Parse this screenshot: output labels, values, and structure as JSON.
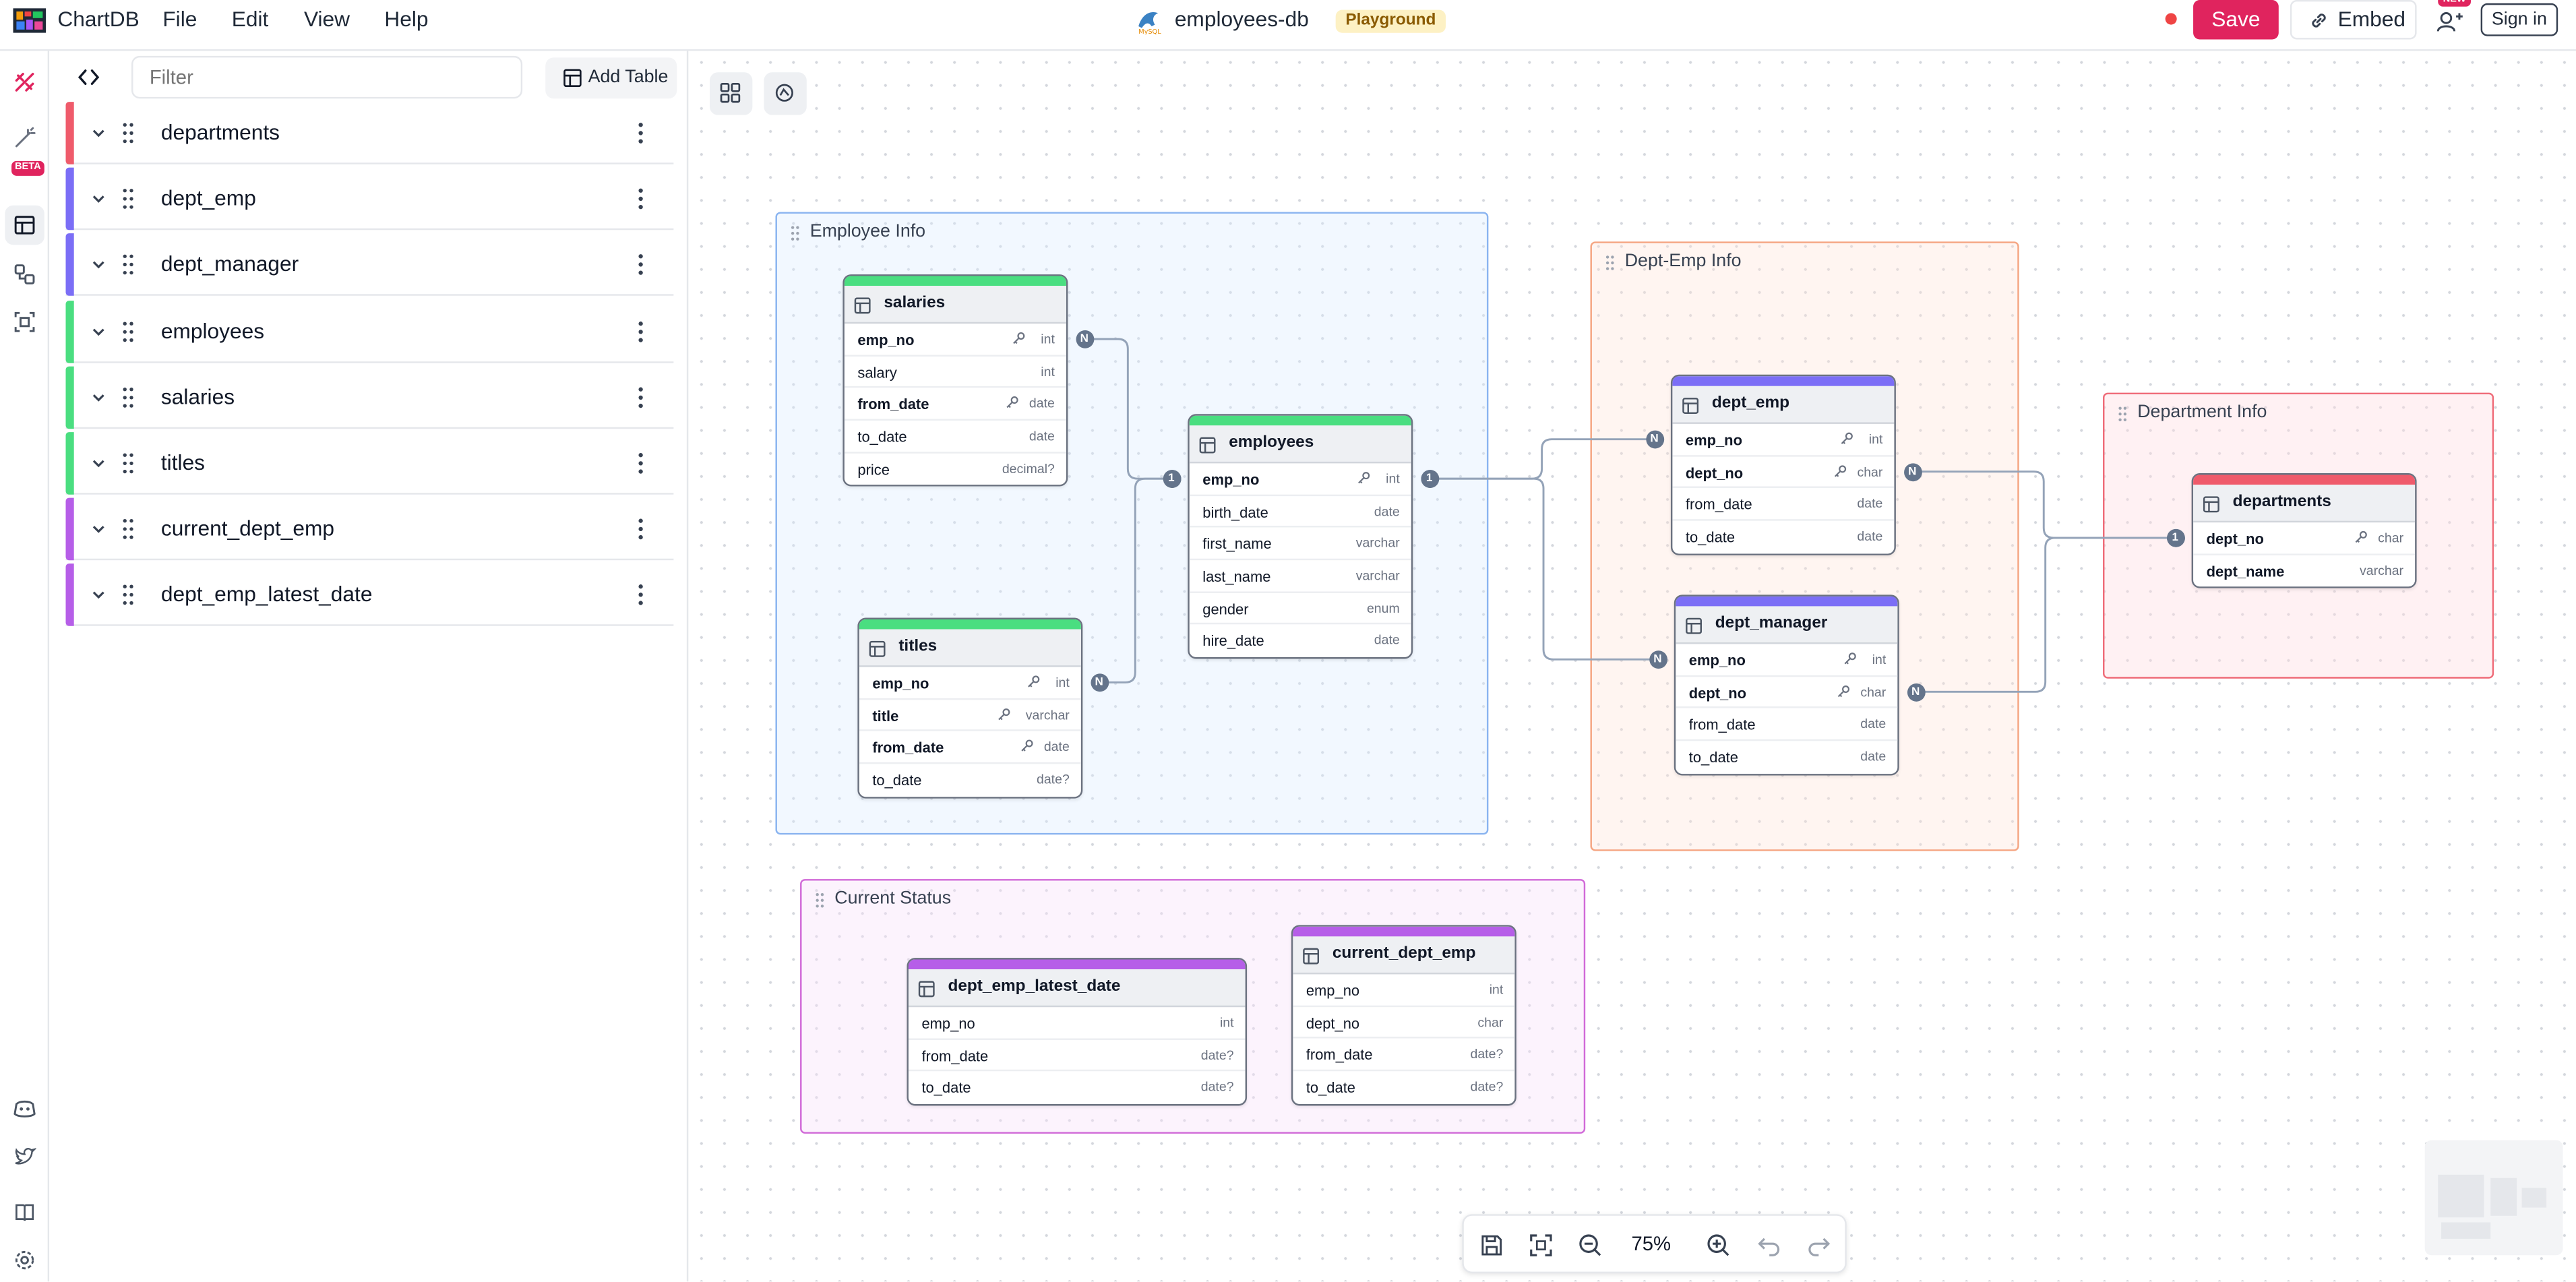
{
  "app": {
    "brand": "ChartDB"
  },
  "menu": [
    "File",
    "Edit",
    "View",
    "Help"
  ],
  "header": {
    "db_name": "employees-db",
    "badge": "Playground",
    "save_label": "Save",
    "embed_label": "Embed",
    "new_badge": "NEW",
    "signin_label": "Sign in"
  },
  "panel": {
    "filter_placeholder": "Filter",
    "add_table_label": "Add Table",
    "tables": [
      {
        "name": "departments",
        "color": "#ef5b6b"
      },
      {
        "name": "dept_emp",
        "color": "#7b6ef6"
      },
      {
        "name": "dept_manager",
        "color": "#7b6ef6"
      },
      {
        "name": "employees",
        "color": "#4ade80"
      },
      {
        "name": "salaries",
        "color": "#4ade80"
      },
      {
        "name": "titles",
        "color": "#4ade80"
      },
      {
        "name": "current_dept_emp",
        "color": "#b65ee8"
      },
      {
        "name": "dept_emp_latest_date",
        "color": "#b65ee8"
      }
    ]
  },
  "areas": [
    {
      "title": "Employee Info",
      "color": "#8ab4f0",
      "bg": "rgba(219,234,254,0.35)"
    },
    {
      "title": "Dept-Emp Info",
      "color": "#f5a582",
      "bg": "rgba(254,226,214,0.35)"
    },
    {
      "title": "Department Info",
      "color": "#ef6b78",
      "bg": "rgba(254,220,224,0.4)"
    },
    {
      "title": "Current Status",
      "color": "#d16ad8",
      "bg": "rgba(247,225,250,0.4)"
    }
  ],
  "tables": {
    "salaries": {
      "name": "salaries",
      "color": "#4ade80",
      "fields": [
        {
          "n": "emp_no",
          "t": "int",
          "b": true,
          "k": true
        },
        {
          "n": "salary",
          "t": "int"
        },
        {
          "n": "from_date",
          "t": "date",
          "b": true,
          "k": true
        },
        {
          "n": "to_date",
          "t": "date"
        },
        {
          "n": "price",
          "t": "decimal?"
        }
      ]
    },
    "employees": {
      "name": "employees",
      "color": "#4ade80",
      "fields": [
        {
          "n": "emp_no",
          "t": "int",
          "b": true,
          "k": true
        },
        {
          "n": "birth_date",
          "t": "date"
        },
        {
          "n": "first_name",
          "t": "varchar"
        },
        {
          "n": "last_name",
          "t": "varchar"
        },
        {
          "n": "gender",
          "t": "enum"
        },
        {
          "n": "hire_date",
          "t": "date"
        }
      ]
    },
    "titles": {
      "name": "titles",
      "color": "#4ade80",
      "fields": [
        {
          "n": "emp_no",
          "t": "int",
          "b": true,
          "k": true
        },
        {
          "n": "title",
          "t": "varchar",
          "b": true,
          "k": true
        },
        {
          "n": "from_date",
          "t": "date",
          "b": true,
          "k": true
        },
        {
          "n": "to_date",
          "t": "date?"
        }
      ]
    },
    "dept_emp": {
      "name": "dept_emp",
      "color": "#7b6ef6",
      "fields": [
        {
          "n": "emp_no",
          "t": "int",
          "b": true,
          "k": true
        },
        {
          "n": "dept_no",
          "t": "char",
          "b": true,
          "k": true
        },
        {
          "n": "from_date",
          "t": "date"
        },
        {
          "n": "to_date",
          "t": "date"
        }
      ]
    },
    "dept_manager": {
      "name": "dept_manager",
      "color": "#7b6ef6",
      "fields": [
        {
          "n": "emp_no",
          "t": "int",
          "b": true,
          "k": true
        },
        {
          "n": "dept_no",
          "t": "char",
          "b": true,
          "k": true
        },
        {
          "n": "from_date",
          "t": "date"
        },
        {
          "n": "to_date",
          "t": "date"
        }
      ]
    },
    "departments": {
      "name": "departments",
      "color": "#ef5b6b",
      "fields": [
        {
          "n": "dept_no",
          "t": "char",
          "b": true,
          "k": true
        },
        {
          "n": "dept_name",
          "t": "varchar",
          "b": true
        }
      ]
    },
    "dept_emp_latest_date": {
      "name": "dept_emp_latest_date",
      "color": "#b65ee8",
      "fields": [
        {
          "n": "emp_no",
          "t": "int"
        },
        {
          "n": "from_date",
          "t": "date?"
        },
        {
          "n": "to_date",
          "t": "date?"
        }
      ]
    },
    "current_dept_emp": {
      "name": "current_dept_emp",
      "color": "#b65ee8",
      "fields": [
        {
          "n": "emp_no",
          "t": "int"
        },
        {
          "n": "dept_no",
          "t": "char"
        },
        {
          "n": "from_date",
          "t": "date?"
        },
        {
          "n": "to_date",
          "t": "date?"
        }
      ]
    }
  },
  "relations": [
    {
      "from": "salaries.emp_no",
      "to": "employees.emp_no",
      "from_card": "N",
      "to_card": "1"
    },
    {
      "from": "titles.emp_no",
      "to": "employees.emp_no",
      "from_card": "N",
      "to_card": "1"
    },
    {
      "from": "employees.emp_no",
      "to": "dept_emp.emp_no",
      "from_card": "1",
      "to_card": "N"
    },
    {
      "from": "employees.emp_no",
      "to": "dept_manager.emp_no",
      "from_card": "1",
      "to_card": "N"
    },
    {
      "from": "dept_emp.dept_no",
      "to": "departments.dept_no",
      "from_card": "N",
      "to_card": "1"
    },
    {
      "from": "dept_manager.dept_no",
      "to": "departments.dept_no",
      "from_card": "N",
      "to_card": "1"
    }
  ],
  "zoom": {
    "level": "75%"
  }
}
